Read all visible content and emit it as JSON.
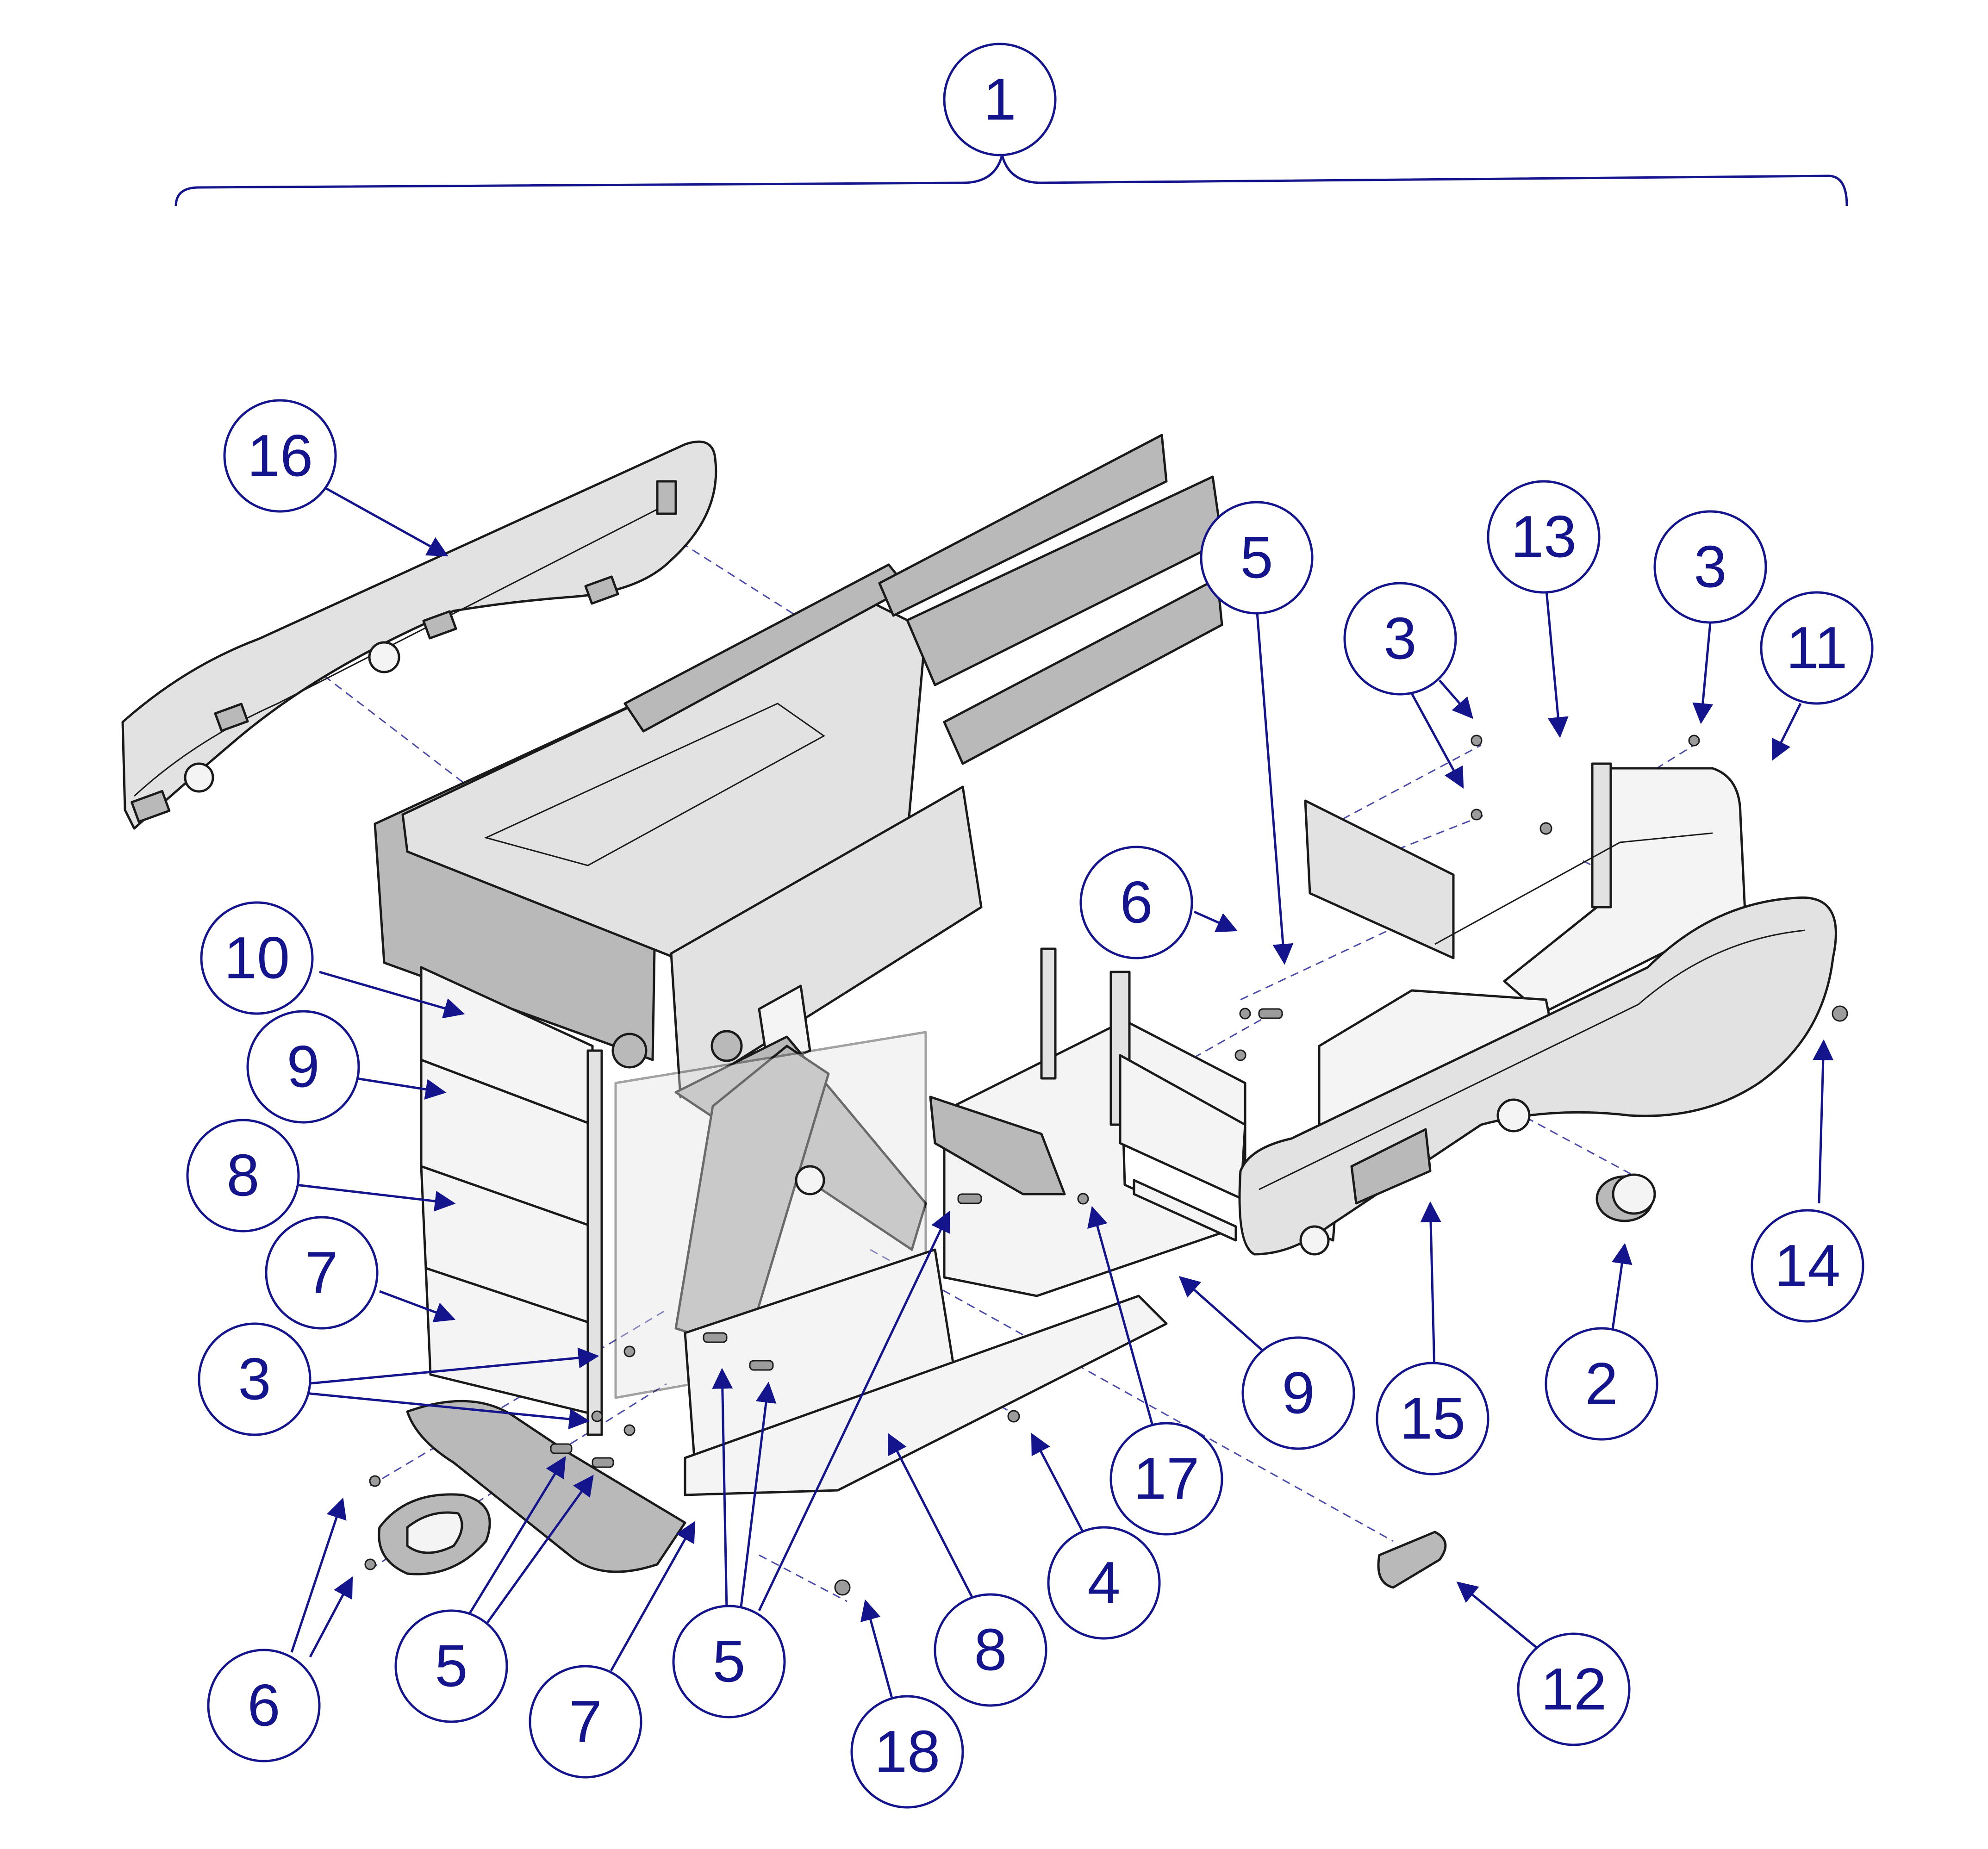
{
  "diagram": {
    "colors": {
      "callout": "#14148c",
      "bracket": "#14148c",
      "outline": "#1a1a1a",
      "part_fill": "#e2e2e2",
      "part_dark": "#b9b9b9",
      "dashed_line": "#4a4aa8"
    },
    "callouts": [
      {
        "id": "c1",
        "label": "1"
      },
      {
        "id": "c16",
        "label": "16"
      },
      {
        "id": "c5a",
        "label": "5"
      },
      {
        "id": "c13",
        "label": "13"
      },
      {
        "id": "c3a",
        "label": "3"
      },
      {
        "id": "c3b",
        "label": "3"
      },
      {
        "id": "c11",
        "label": "11"
      },
      {
        "id": "c6a",
        "label": "6"
      },
      {
        "id": "c10",
        "label": "10"
      },
      {
        "id": "c9a",
        "label": "9"
      },
      {
        "id": "c8a",
        "label": "8"
      },
      {
        "id": "c7a",
        "label": "7"
      },
      {
        "id": "c3c",
        "label": "3"
      },
      {
        "id": "c14",
        "label": "14"
      },
      {
        "id": "c9b",
        "label": "9"
      },
      {
        "id": "c15",
        "label": "15"
      },
      {
        "id": "c2",
        "label": "2"
      },
      {
        "id": "c17",
        "label": "17"
      },
      {
        "id": "c4",
        "label": "4"
      },
      {
        "id": "c6b",
        "label": "6"
      },
      {
        "id": "c5b",
        "label": "5"
      },
      {
        "id": "c7b",
        "label": "7"
      },
      {
        "id": "c5c",
        "label": "5"
      },
      {
        "id": "c8b",
        "label": "8"
      },
      {
        "id": "c18",
        "label": "18"
      },
      {
        "id": "c12",
        "label": "12"
      }
    ]
  }
}
